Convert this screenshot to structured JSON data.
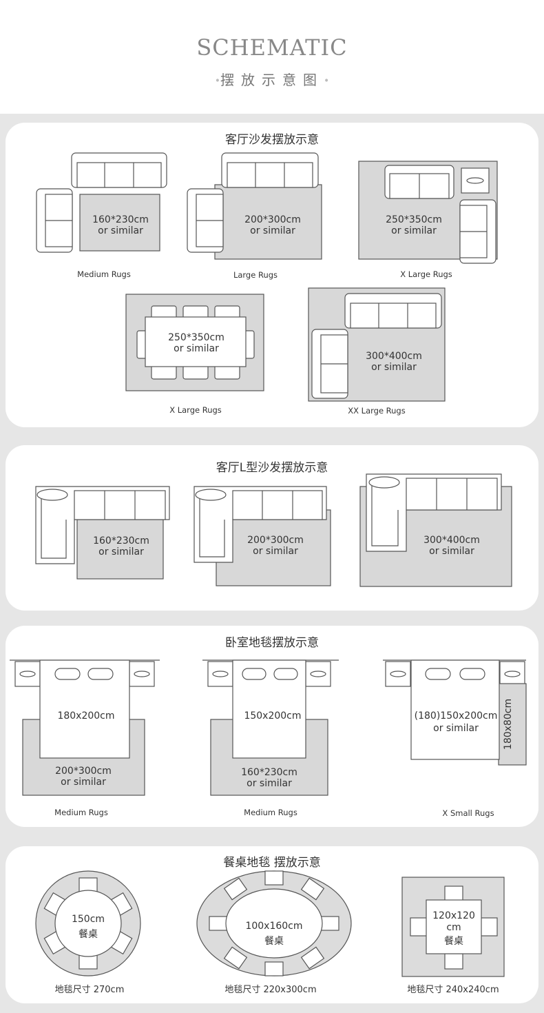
{
  "header": {
    "title": "SCHEMATIC",
    "subtitle": "摆放示意图",
    "dot": "•"
  },
  "sections": [
    {
      "title": "客厅沙发摆放示意",
      "items": [
        {
          "size": "160*230cm",
          "note": "or similar",
          "caption": "Medium Rugs"
        },
        {
          "size": "200*300cm",
          "note": "or similar",
          "caption": "Large Rugs"
        },
        {
          "size": "250*350cm",
          "note": "or similar",
          "caption": "X Large Rugs"
        },
        {
          "size": "250*350cm",
          "note": "or similar",
          "caption": "X Large Rugs"
        },
        {
          "size": "300*400cm",
          "note": "or similar",
          "caption": "XX Large Rugs"
        }
      ]
    },
    {
      "title": "客厅L型沙发摆放示意",
      "items": [
        {
          "size": "160*230cm",
          "note": "or similar"
        },
        {
          "size": "200*300cm",
          "note": "or similar"
        },
        {
          "size": "300*400cm",
          "note": "or similar"
        }
      ]
    },
    {
      "title": "卧室地毯摆放示意",
      "items": [
        {
          "bed": "180x200cm",
          "size": "200*300cm",
          "note": "or similar",
          "caption": "Medium Rugs"
        },
        {
          "bed": "150x200cm",
          "size": "160*230cm",
          "note": "or similar",
          "caption": "Medium Rugs"
        },
        {
          "bed": "(180)150x200cm",
          "size": "180x80cm",
          "note": "or similar",
          "caption": "X Small Rugs"
        }
      ]
    },
    {
      "title": "餐桌地毯 摆放示意",
      "items": [
        {
          "table": "150cm",
          "label": "餐桌",
          "footer": "地毯尺寸  270cm"
        },
        {
          "table": "100x160cm",
          "label": "餐桌",
          "footer": "地毯尺寸 220x300cm"
        },
        {
          "table1": "120x120",
          "table2": "cm",
          "label": "餐桌",
          "footer": "地毯尺寸  240x240cm"
        }
      ]
    }
  ]
}
